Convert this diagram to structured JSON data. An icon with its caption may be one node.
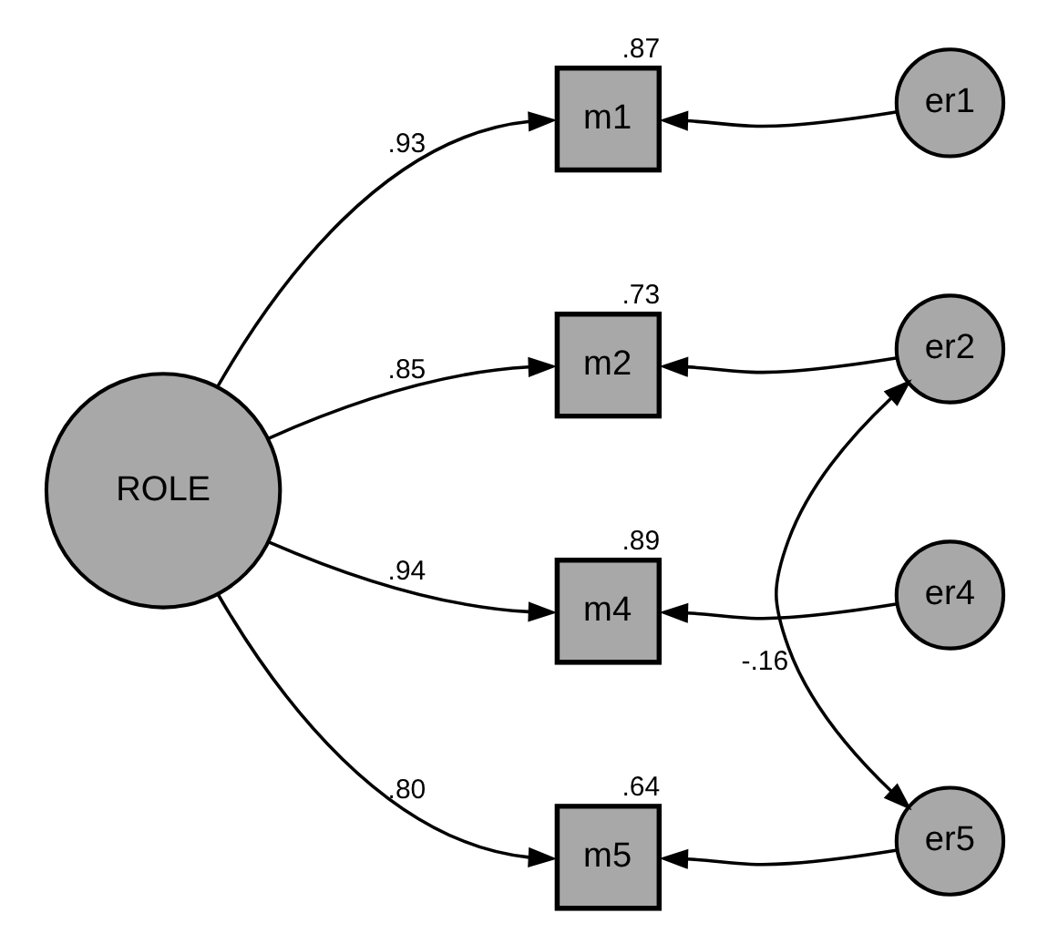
{
  "diagram": {
    "nodes": [
      {
        "text": [
          "ROLE"
        ]
      },
      {
        "text": [
          "m1"
        ],
        "beside": [
          ".87"
        ]
      },
      {
        "text": [
          "m2"
        ],
        "beside": [
          ".73"
        ]
      },
      {
        "text": [
          "m4"
        ],
        "beside": [
          ".89"
        ]
      },
      {
        "text": [
          "m5"
        ],
        "beside": [
          ".64"
        ]
      },
      {
        "text": [
          "er1"
        ]
      },
      {
        "text": [
          "er2"
        ]
      },
      {
        "text": [
          "er4"
        ]
      },
      {
        "text": [
          "er5"
        ]
      }
    ],
    "edges": [
      {
        "from": 0,
        "to": 1,
        "arrow": "to",
        "label": ".93"
      },
      {
        "from": 0,
        "to": 2,
        "arrow": "to",
        "label": ".85"
      },
      {
        "from": 0,
        "to": 3,
        "arrow": "to",
        "label": ".94"
      },
      {
        "from": 0,
        "to": 4,
        "arrow": "to",
        "label": ".80"
      },
      {
        "from": 5,
        "to": 1,
        "arrow": "to"
      },
      {
        "from": 6,
        "to": 2,
        "arrow": "to"
      },
      {
        "from": 7,
        "to": 3,
        "arrow": "to"
      },
      {
        "from": 8,
        "to": 4,
        "arrow": "to"
      },
      {
        "from": 6,
        "to": 8,
        "arrow": "both",
        "label": "-.16"
      }
    ]
  }
}
